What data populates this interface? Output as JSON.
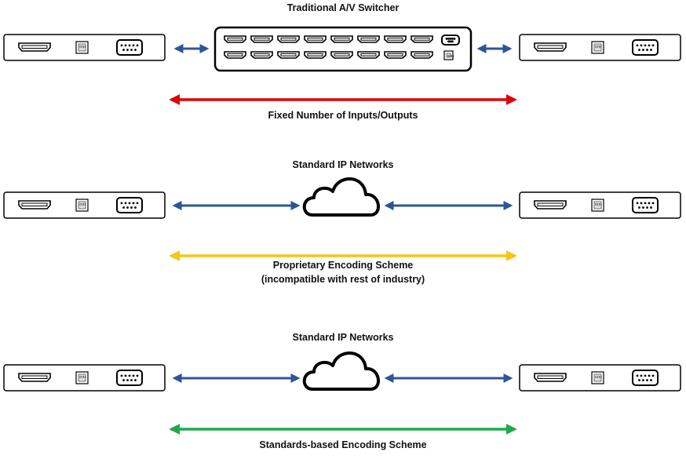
{
  "section1": {
    "switcher_title": "Traditional A/V Switcher",
    "caption": "Fixed Number of Inputs/Outputs",
    "caption_color": "#e00000"
  },
  "section2": {
    "network_label": "Standard IP Networks",
    "caption_line1": "Proprietary Encoding Scheme",
    "caption_line2": "(incompatible with rest of industry)",
    "caption_color": "#f5c518"
  },
  "section3": {
    "network_label": "Standard IP Networks",
    "caption": "Standards-based Encoding Scheme",
    "caption_color": "#1faa4a"
  },
  "colors": {
    "link_arrow": "#2f5597",
    "outline": "#000000"
  },
  "icons": {
    "device_ports": [
      "hdmi-port-icon",
      "ethernet-port-icon",
      "serial-port-icon"
    ],
    "network": "cloud-icon"
  }
}
